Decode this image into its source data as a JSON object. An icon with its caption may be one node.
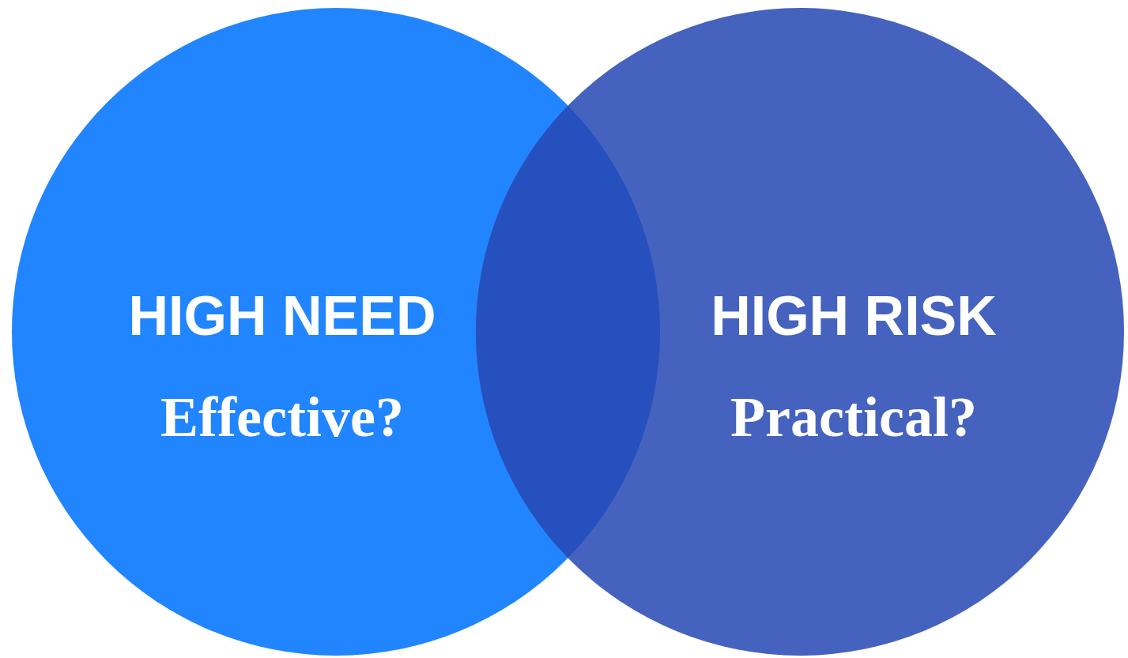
{
  "diagram": {
    "nodes": [
      {
        "text": [
          "HIGH NEED",
          "Effective?"
        ]
      },
      {
        "text": [
          "HIGH RISK",
          "Practical?"
        ]
      }
    ]
  }
}
